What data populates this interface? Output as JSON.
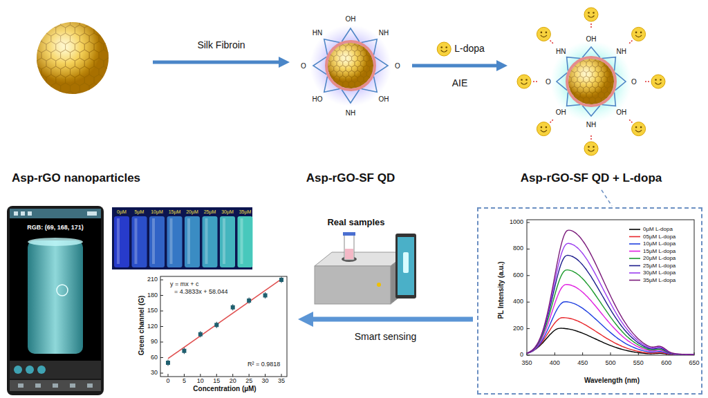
{
  "diagram": {
    "nodes": [
      {
        "text": [
          "Asp-rGO nanoparticles"
        ]
      },
      {
        "text": [
          "Asp-rGO-SF QD"
        ]
      },
      {
        "text": [
          "Asp-rGO-SF QD + L-dopa"
        ]
      },
      {
        "text": [
          "RGB: (69, 168, 171)"
        ]
      },
      {
        "text": [
          "Green channel (G)",
          "Concentration (µM)"
        ]
      },
      {
        "text": [
          "Real samples"
        ]
      },
      {
        "text": [
          "PL Intensity (a.u.)",
          "Wavelength (nm)"
        ]
      }
    ],
    "edges": [
      {
        "from": 0,
        "to": 1,
        "label": "Silk Fibroin",
        "arrow": "to"
      },
      {
        "from": 1,
        "to": 2,
        "label": "L-dopa",
        "arrow": "to"
      },
      {
        "from": 2,
        "to": 6,
        "arrow": "none"
      },
      {
        "from": 6,
        "to": 4,
        "label": "Smart sensing",
        "arrow": "to"
      }
    ],
    "labels": [
      "AIE",
      "OH",
      "HN",
      "NH",
      "O",
      "O",
      "HO",
      "NH",
      "OH",
      "OH",
      "HN",
      "NH",
      "O",
      "O",
      "OH",
      "NH",
      "OH",
      "0µM",
      "5µM",
      "10µM",
      "15µM",
      "20µM",
      "25µM",
      "30µM",
      "35µM",
      "y = mx + c",
      "= 4.3833x + 58.044",
      "R² = 0.9818",
      "30",
      "60",
      "90",
      "120",
      "150",
      "180",
      "210",
      "0",
      "5",
      "10",
      "15",
      "20",
      "25",
      "30",
      "35",
      "0",
      "200",
      "400",
      "600",
      "800",
      "1000",
      "350",
      "400",
      "450",
      "500",
      "550",
      "600",
      "650"
    ],
    "legend": [
      {
        "text": "0µM L-dopa"
      },
      {
        "text": "05µM L-dopa"
      },
      {
        "text": "10µM L-dopa"
      },
      {
        "text": "15µM L-dopa"
      },
      {
        "text": "20µM L-dopa"
      },
      {
        "text": "25µM L-dopa"
      },
      {
        "text": "30µM L-dopa"
      },
      {
        "text": "35µM L-dopa"
      }
    ]
  }
}
